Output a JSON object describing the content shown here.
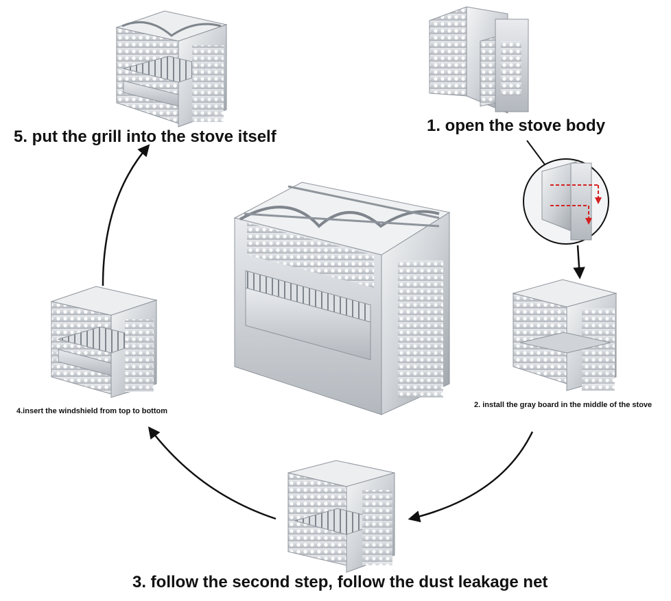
{
  "steps": {
    "step1": "1. open the stove body",
    "step2": "2. install the gray board in the middle of the stove",
    "step3": "3. follow the second step, follow the dust leakage net",
    "step4": "4.insert the windshield from top to bottom",
    "step5": "5. put the grill into the stove itself"
  },
  "colors": {
    "arrow": "#111111",
    "detail_arrow": "#d42020",
    "steel_light": "#e6e8eb",
    "steel_mid": "#c3c7cc",
    "steel_dark": "#8e949b"
  }
}
